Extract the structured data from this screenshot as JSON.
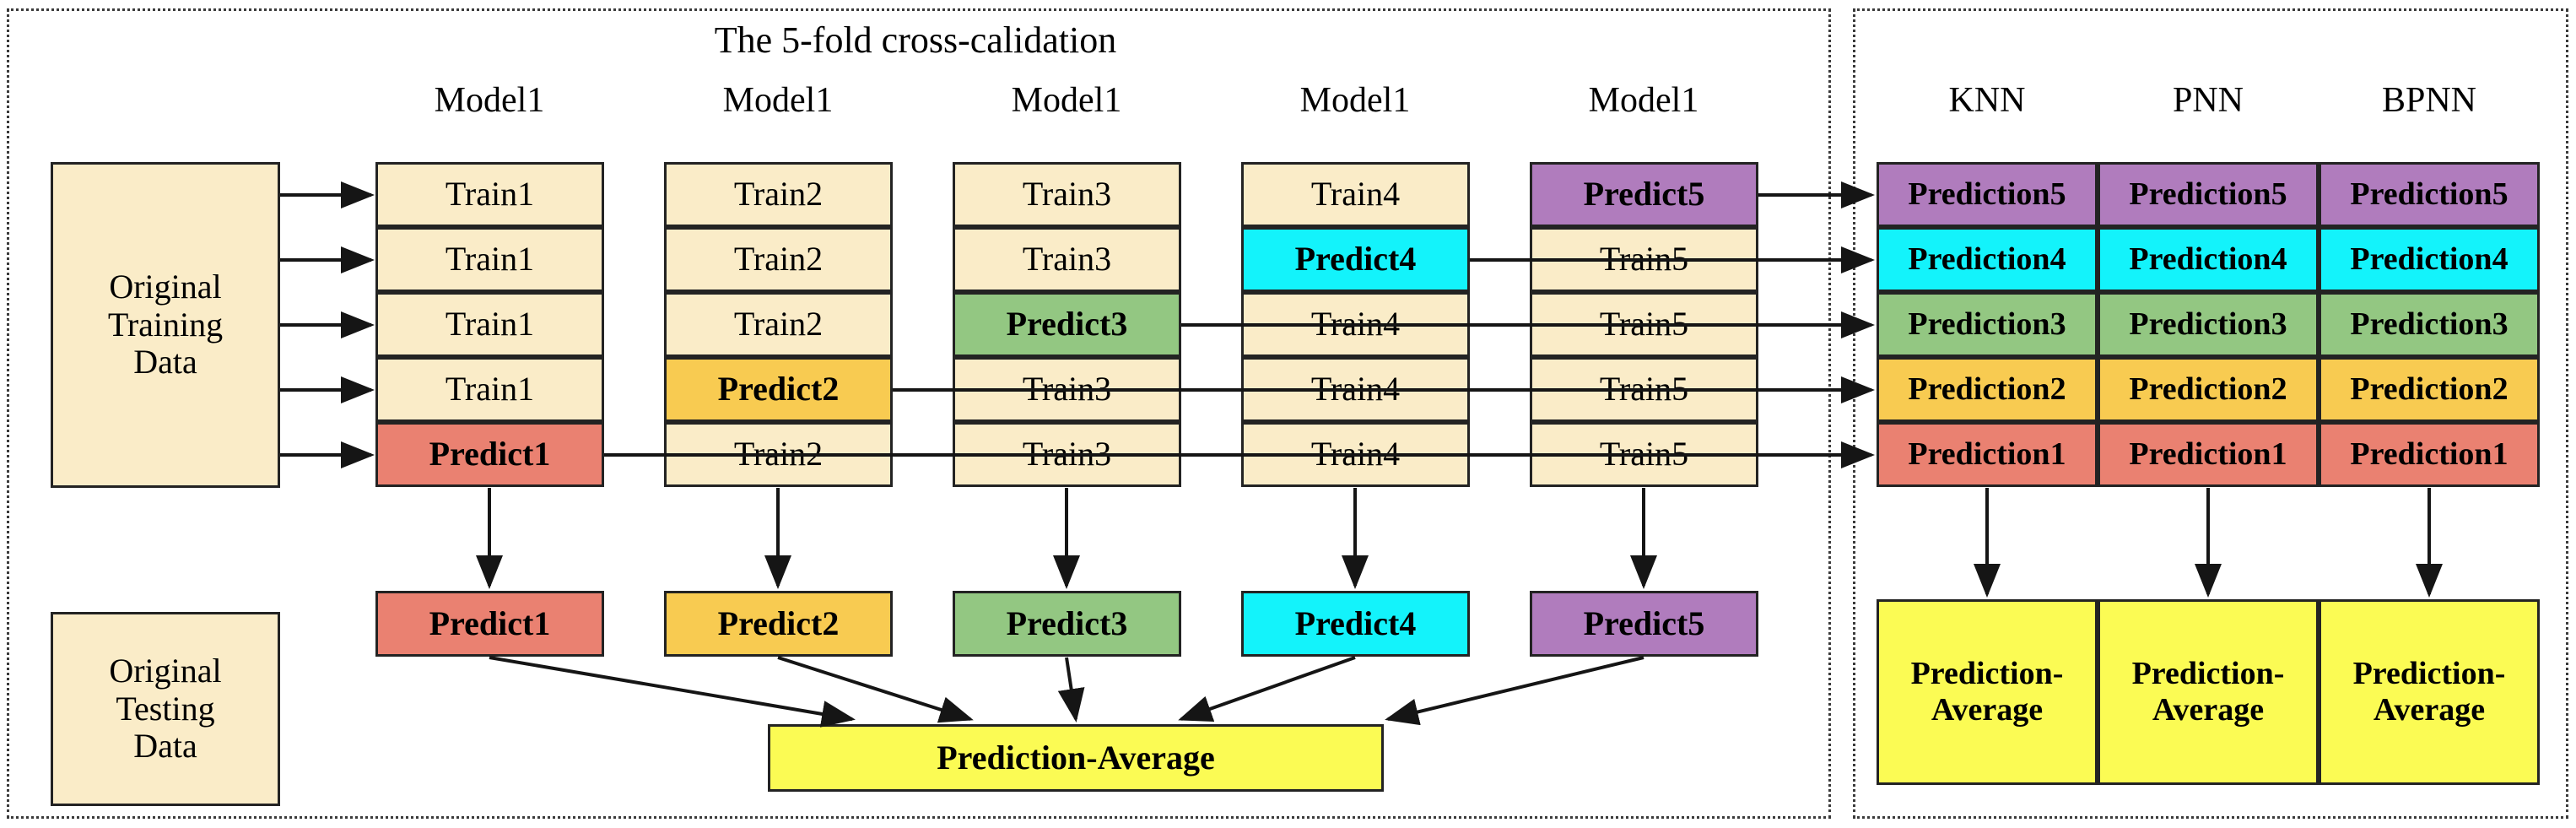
{
  "title": "The 5-fold cross-calidation",
  "left_panel": {
    "training_data_label": [
      "Original",
      "Training",
      "Data"
    ],
    "testing_data_label": [
      "Original",
      "Testing",
      "Data"
    ],
    "model_headers": [
      "Model1",
      "Model1",
      "Model1",
      "Model1",
      "Model1"
    ],
    "folds": [
      {
        "header": "Model1",
        "cells": [
          {
            "text": "Train1",
            "kind": "train",
            "color": "#faecc8"
          },
          {
            "text": "Train1",
            "kind": "train",
            "color": "#faecc8"
          },
          {
            "text": "Train1",
            "kind": "train",
            "color": "#faecc8"
          },
          {
            "text": "Train1",
            "kind": "train",
            "color": "#faecc8"
          },
          {
            "text": "Predict1",
            "kind": "predict",
            "color": "#ea8171"
          }
        ]
      },
      {
        "header": "Model1",
        "cells": [
          {
            "text": "Train2",
            "kind": "train",
            "color": "#faecc8"
          },
          {
            "text": "Train2",
            "kind": "train",
            "color": "#faecc8"
          },
          {
            "text": "Train2",
            "kind": "train",
            "color": "#faecc8"
          },
          {
            "text": "Predict2",
            "kind": "predict",
            "color": "#f8cb51"
          },
          {
            "text": "Train2",
            "kind": "train",
            "color": "#faecc8"
          }
        ]
      },
      {
        "header": "Model1",
        "cells": [
          {
            "text": "Train3",
            "kind": "train",
            "color": "#faecc8"
          },
          {
            "text": "Train3",
            "kind": "train",
            "color": "#faecc8"
          },
          {
            "text": "Predict3",
            "kind": "predict",
            "color": "#93c782"
          },
          {
            "text": "Train3",
            "kind": "train",
            "color": "#faecc8"
          },
          {
            "text": "Train3",
            "kind": "train",
            "color": "#faecc8"
          }
        ]
      },
      {
        "header": "Model1",
        "cells": [
          {
            "text": "Train4",
            "kind": "train",
            "color": "#faecc8"
          },
          {
            "text": "Predict4",
            "kind": "predict",
            "color": "#13f3fb"
          },
          {
            "text": "Train4",
            "kind": "train",
            "color": "#faecc8"
          },
          {
            "text": "Train4",
            "kind": "train",
            "color": "#faecc8"
          },
          {
            "text": "Train4",
            "kind": "train",
            "color": "#faecc8"
          }
        ]
      },
      {
        "header": "Model1",
        "cells": [
          {
            "text": "Predict5",
            "kind": "predict",
            "color": "#b07cbd"
          },
          {
            "text": "Train5",
            "kind": "train",
            "color": "#faecc8"
          },
          {
            "text": "Train5",
            "kind": "train",
            "color": "#faecc8"
          },
          {
            "text": "Train5",
            "kind": "train",
            "color": "#faecc8"
          },
          {
            "text": "Train5",
            "kind": "train",
            "color": "#faecc8"
          }
        ]
      }
    ],
    "predict_boxes": [
      {
        "text": "Predict1",
        "color": "#ea8171"
      },
      {
        "text": "Predict2",
        "color": "#f8cb51"
      },
      {
        "text": "Predict3",
        "color": "#93c782"
      },
      {
        "text": "Predict4",
        "color": "#13f3fb"
      },
      {
        "text": "Predict5",
        "color": "#b07cbd"
      }
    ],
    "average_box": "Prediction-Average"
  },
  "right_panel": {
    "headers": [
      "KNN",
      "PNN",
      "BPNN"
    ],
    "matrix_rows": [
      {
        "text": "Prediction5",
        "color": "#b07cbd"
      },
      {
        "text": "Prediction4",
        "color": "#13f3fb"
      },
      {
        "text": "Prediction3",
        "color": "#93c782"
      },
      {
        "text": "Prediction2",
        "color": "#f8cb51"
      },
      {
        "text": "Prediction1",
        "color": "#ea8171"
      }
    ],
    "average_cells": [
      [
        "Prediction-",
        "Average"
      ],
      [
        "Prediction-",
        "Average"
      ],
      [
        "Prediction-",
        "Average"
      ]
    ]
  },
  "palette": {
    "cream": "#faecc8",
    "red": "#ea8171",
    "amber": "#f8cb51",
    "green": "#93c782",
    "cyan": "#13f3fb",
    "purple": "#b07cbd",
    "yellow": "#fbfb54",
    "stroke": "#232323"
  }
}
